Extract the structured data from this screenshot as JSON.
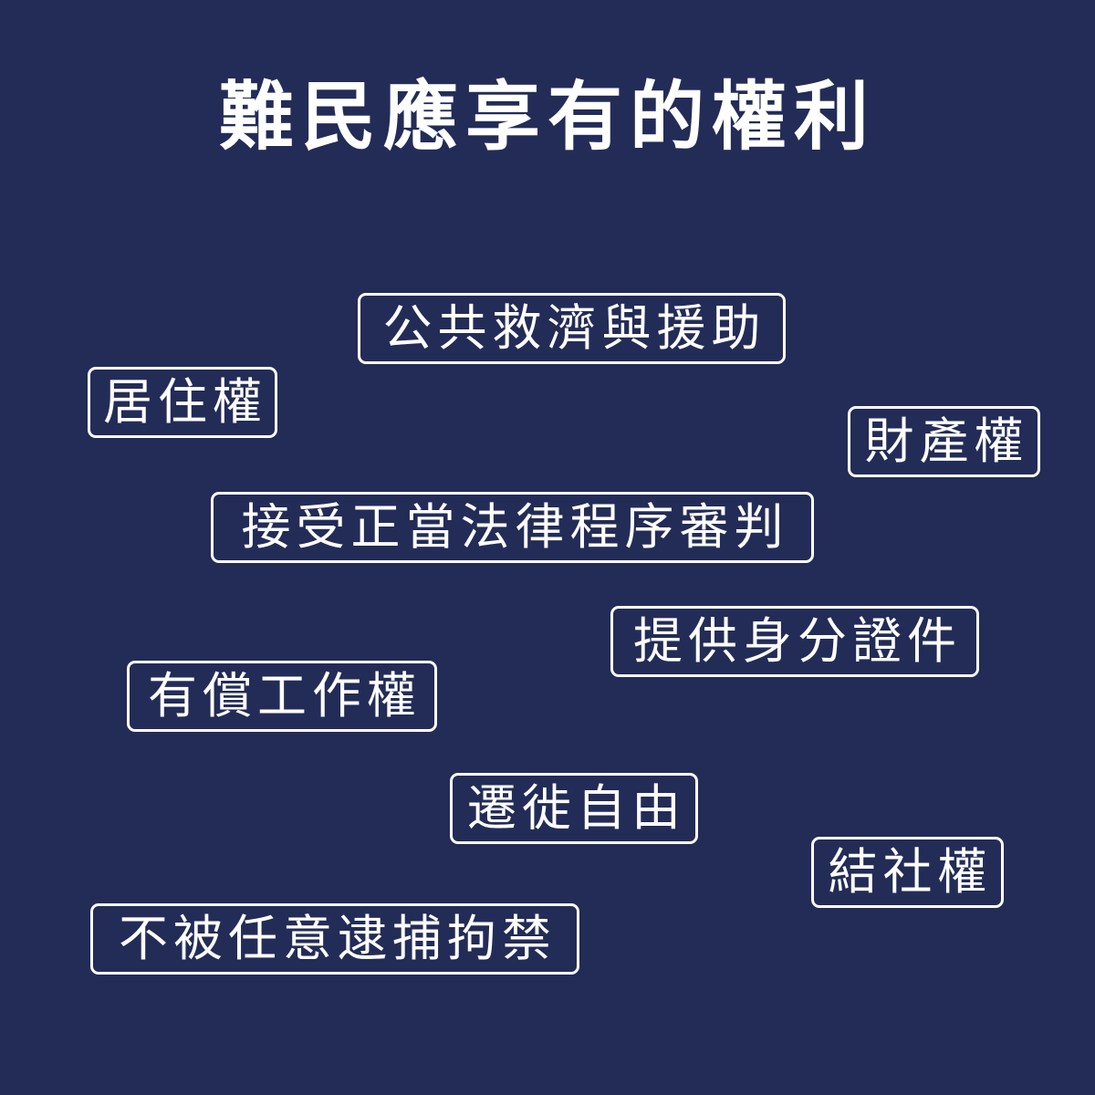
{
  "title": "難民應享有的權利",
  "tags": [
    "公共救濟與援助",
    "居住權",
    "財產權",
    "接受正當法律程序審判",
    "提供身分證件",
    "有償工作權",
    "遷徙自由",
    "結社權",
    "不被任意逮捕拘禁"
  ],
  "colors": {
    "background": "#232c57",
    "foreground": "#ffffff"
  }
}
